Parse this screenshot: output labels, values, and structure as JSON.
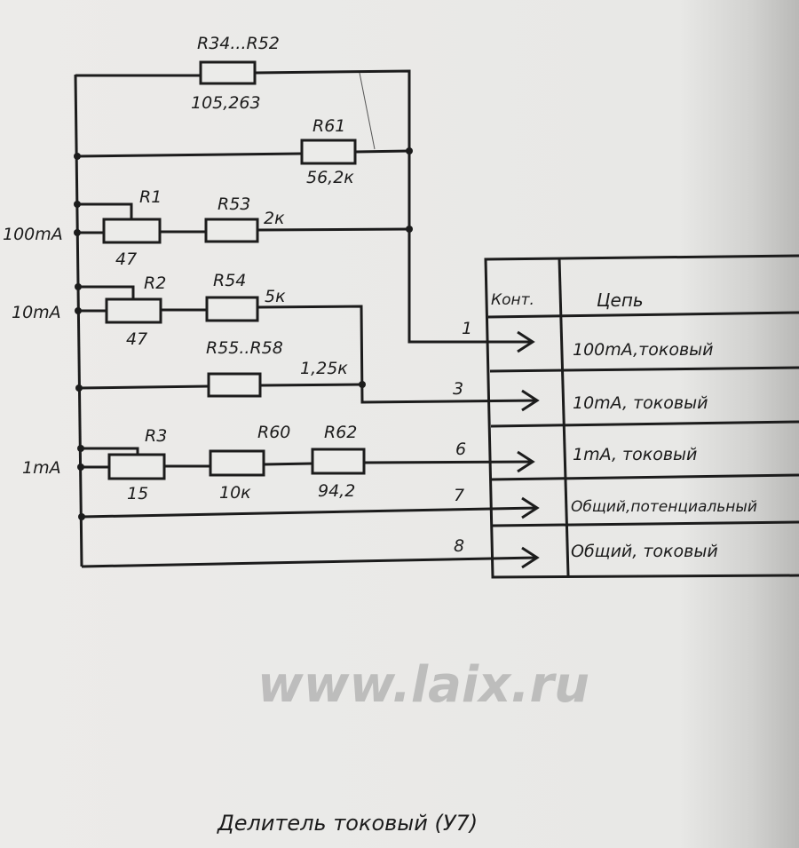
{
  "resistors": {
    "r34": {
      "label": "R34...R52",
      "value": "105,263"
    },
    "r61": {
      "label": "R61",
      "value": "56,2к"
    },
    "r1": {
      "label": "R1",
      "value": "47"
    },
    "r53": {
      "label": "R53",
      "value": "2к"
    },
    "r2": {
      "label": "R2",
      "value": "47"
    },
    "r54": {
      "label": "R54",
      "value": "5к"
    },
    "r55": {
      "label": "R55..R58",
      "value": "1,25к"
    },
    "r3": {
      "label": "R3",
      "value": "15"
    },
    "r60": {
      "label": "R60",
      "value": "10к"
    },
    "r62": {
      "label": "R62",
      "value": "94,2"
    }
  },
  "inputs": {
    "in100": "100mA",
    "in10": "10mA",
    "in1": "1mA"
  },
  "wires": [
    "1",
    "3",
    "6",
    "7",
    "8"
  ],
  "table": {
    "headers": [
      "Конт.",
      "Цепь"
    ],
    "rows": [
      "100mA,токовый",
      "10mA, токовый",
      "1mA, токовый",
      "Общий,потенциальный",
      "Общий, токовый"
    ]
  },
  "watermark": "www.laix.ru",
  "caption": "Делитель токовый (У7)"
}
